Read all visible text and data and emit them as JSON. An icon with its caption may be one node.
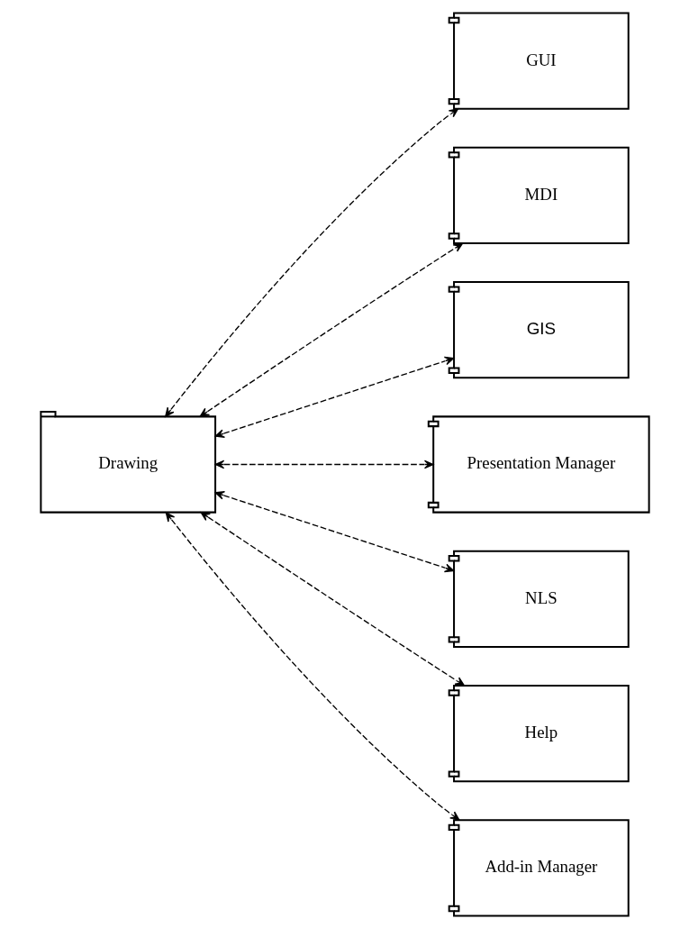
{
  "diagram": {
    "nodes": [
      {
        "text": [
          "Drawing"
        ]
      },
      {
        "text": [
          "GUI"
        ]
      },
      {
        "text": [
          "MDI"
        ]
      },
      {
        "text": [
          "GIS"
        ]
      },
      {
        "text": [
          "Presentation Manager"
        ]
      },
      {
        "text": [
          "NLS"
        ]
      },
      {
        "text": [
          "Help"
        ]
      },
      {
        "text": [
          "Add-in Manager"
        ]
      }
    ],
    "edges": [
      {
        "from": 0,
        "to": 1,
        "arrow": "both",
        "style": "dashed"
      },
      {
        "from": 0,
        "to": 2,
        "arrow": "both",
        "style": "dashed"
      },
      {
        "from": 0,
        "to": 3,
        "arrow": "both",
        "style": "dashed"
      },
      {
        "from": 0,
        "to": 4,
        "arrow": "both",
        "style": "dashed"
      },
      {
        "from": 0,
        "to": 5,
        "arrow": "both",
        "style": "dashed"
      },
      {
        "from": 0,
        "to": 6,
        "arrow": "both",
        "style": "dashed"
      },
      {
        "from": 0,
        "to": 7,
        "arrow": "both",
        "style": "dashed"
      }
    ]
  }
}
